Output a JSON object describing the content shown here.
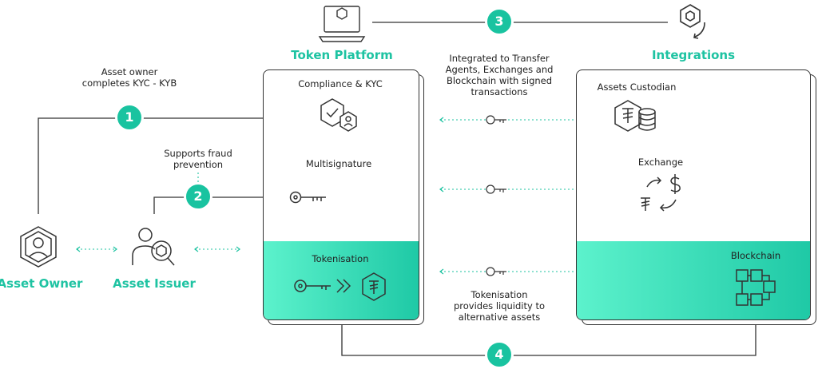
{
  "headings": {
    "token_platform": "Token Platform",
    "integrations": "Integrations"
  },
  "actors": {
    "asset_owner": "Asset Owner",
    "asset_issuer": "Asset Issuer"
  },
  "steps": [
    {
      "number": "1",
      "text_line1": "Asset owner",
      "text_line2": "completes KYC - KYB"
    },
    {
      "number": "2",
      "text_line1": "Supports fraud",
      "text_line2": "prevention"
    },
    {
      "number": "3",
      "text_line1": "Integrated to Transfer",
      "text_line2": "Agents, Exchanges and",
      "text_line3": "Blockchain with signed",
      "text_line4": "transactions"
    },
    {
      "number": "4",
      "text_line1": "Tokenisation",
      "text_line2": "provides liquidity to",
      "text_line3": "alternative assets"
    }
  ],
  "token_platform": {
    "compliance": "Compliance & KYC",
    "multisignature": "Multisignature",
    "tokenisation": "Tokenisation"
  },
  "integrations": {
    "custodian": "Assets Custodian",
    "exchange": "Exchange",
    "blockchain": "Blockchain"
  },
  "colors": {
    "accent": "#1ec3a2",
    "band_light": "#5cf2cc",
    "band_dark": "#1fc9a6",
    "line": "#333333"
  },
  "icons": [
    "laptop-icon",
    "refresh-hexagon-icon",
    "shield-check-icon",
    "key-icon",
    "chevrons-right-icon",
    "token-hexagon-icon",
    "database-coin-icon",
    "currency-exchange-icon",
    "blockchain-icon",
    "person-hexagon-icon",
    "issuer-search-icon"
  ]
}
